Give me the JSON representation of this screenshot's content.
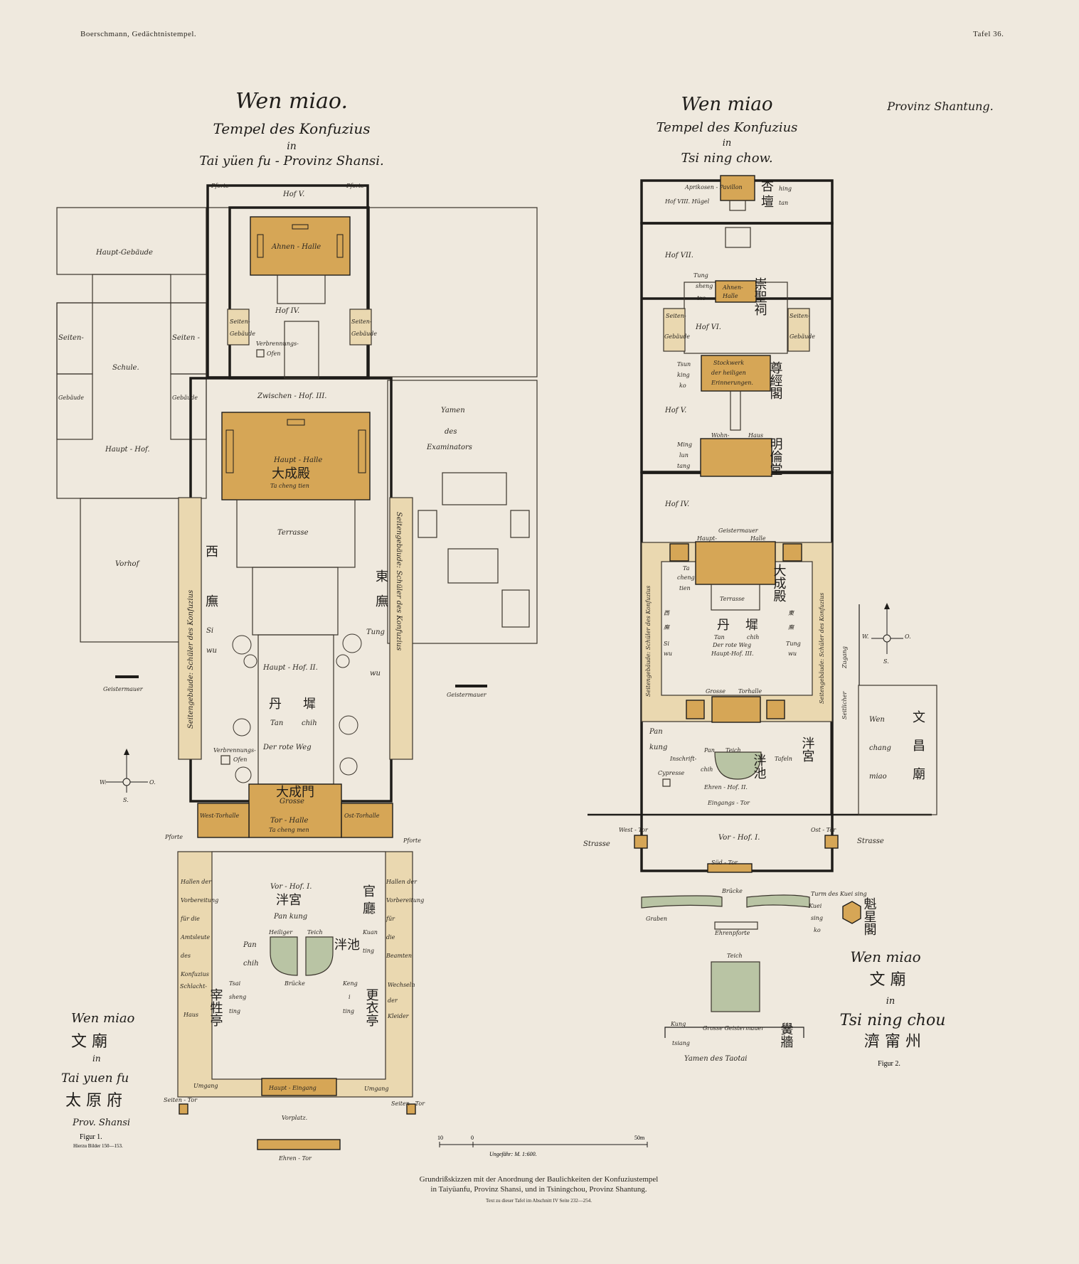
{
  "header": {
    "left": "Boerschmann, Gedächtnistempel.",
    "right": "Tafel 36."
  },
  "fig1": {
    "title": "Wen miao.",
    "subtitle": "Tempel des Konfuzius",
    "in": "in",
    "place": "Tai yüen fu - Provinz Shansi.",
    "labels": {
      "pforte_l": "Pforte",
      "pforte_r": "Pforte",
      "hof5": "Hof V.",
      "ahnen": "Ahnen - Halle",
      "hof4": "Hof IV.",
      "seiten_l": "Seiten-",
      "geb_l": "Gebäude",
      "seiten_r": "Seiten-",
      "geb_r": "Gebäude",
      "verbrennungs1": "Verbrennungs-",
      "ofen1": "Ofen",
      "haupt_geb": "Haupt-Gebäude",
      "seiten_a": "Seiten-",
      "seiten_b": "Seiten -",
      "schule": "Schule.",
      "geb_a": "Gebäude",
      "geb_b": "Gebäude",
      "haupt_hof": "Haupt - Hof.",
      "vorhof": "Vorhof",
      "geistermauer_l": "Geistermauer",
      "zwischen": "Zwischen - Hof. III.",
      "haupthalle": "Haupt - Halle",
      "haupthalle_cn": "大成殿",
      "haupthalle_rom": "Ta cheng tien",
      "terrasse": "Terrasse",
      "west_cn1": "西",
      "west_cn2": "廡",
      "west_rom1": "Si",
      "west_rom2": "wu",
      "east_cn1": "東",
      "east_cn2": "廡",
      "east_rom1": "Tung",
      "east_rom2": "wu",
      "seitengeb_l": "Seitengebäude: Schüler des Konfuzius",
      "seitengeb_r": "Seitengebäude: Schüler des Konfuzius",
      "haupthof2": "Haupt - Hof. II.",
      "danchi_cn1": "丹",
      "danchi_cn2": "墀",
      "dan": "Tan",
      "chi": "chih",
      "rote_weg": "Der rote Weg",
      "verbrennungs2": "Verbrennungs-",
      "ofen2": "Ofen",
      "yamen": "Yamen",
      "des": "des",
      "examinators": "Examinators",
      "geistermauer_r": "Geistermauer",
      "dachengmen_cn": "大成門",
      "grosse": "Grosse",
      "torhalle": "Tor - Halle",
      "tachengmen": "Ta cheng men",
      "west_tor": "West-Torhalle",
      "ost_tor": "Ost-Torhalle",
      "pforte2_l": "Pforte",
      "pforte2_r": "Pforte",
      "vorhof1": "Vor - Hof. I.",
      "pangong_cn": "泮宮",
      "pankung": "Pan kung",
      "heiliger": "Heiliger",
      "teich": "Teich",
      "pan": "Pan",
      "chih": "chih",
      "panchi_cn": "泮池",
      "bruecke": "Brücke",
      "l_hallen": [
        "Hallen der",
        "Vorbereitung",
        "für die",
        "Amtsleute",
        "des",
        "Konfuzius"
      ],
      "r_hallen": [
        "Hallen der",
        "Vorbereitung",
        "für",
        "die",
        "Beamten"
      ],
      "guanting_cn1": "官",
      "guanting_cn2": "廳",
      "kuan": "Kuan",
      "ting1": "ting",
      "schlacht": "Schlacht-",
      "haus": "Haus",
      "zaisheng_cn": "宰牲亭",
      "tsai": "Tsai",
      "sheng": "sheng",
      "ting2": "ting",
      "r_wechsel": [
        "Wechseln",
        "der",
        "Kleider"
      ],
      "gengyi_cn": "更衣亭",
      "keng": "Keng",
      "i": "i",
      "ting3": "ting",
      "umgang_l": "Umgang",
      "umgang_r": "Umgang",
      "hauptein": "Haupt - Eingang",
      "seitentor_l": "Seiten - Tor",
      "seitentor_r": "Seiten - Tor",
      "vorplatz": "Vorplatz.",
      "ehrentor": "Ehren - Tor"
    },
    "caption": {
      "wen": "Wen miao",
      "cn1": "文 廟",
      "in": "in",
      "tai": "Tai yuen fu",
      "cn2": "太 原 府",
      "prov": "Prov. Shansi",
      "fig": "Figur 1.",
      "bilder": "Hierzu Bilder 150—153."
    }
  },
  "fig2": {
    "title": "Wen miao",
    "subtitle": "Tempel des Konfuzius",
    "in": "in",
    "place": "Tsi ning chow.",
    "province": "Provinz Shantung.",
    "labels": {
      "aprikosen": "Aprikosen - Pavillon",
      "hof8": "Hof VIII. Hügel",
      "xingtan_cn1": "杏",
      "xingtan_cn2": "壇",
      "hing": "hing",
      "tan": "tan",
      "hof7": "Hof VII.",
      "tung": "Tung",
      "sheng": "sheng",
      "tze": "tze",
      "ahnen": "Ahnen-",
      "halle": "Halle",
      "chongsheng_cn": "崇聖祠",
      "seiten_l": "Seiten-",
      "geb_l": "Gebäude",
      "seiten_r": "Seiten-",
      "geb_r": "Gebäude",
      "hof6": "Hof VI.",
      "tsun": "Tsun",
      "king": "king",
      "ko": "ko",
      "stockwerk": "Stockwerk",
      "der_heiligen": "der heiligen",
      "erinnerungen": "Erinnerungen.",
      "zunjing_cn": "尊經閣",
      "hof5": "Hof V.",
      "wohn": "Wohn-",
      "haus": "Haus",
      "ming": "Ming",
      "lun": "lun",
      "tang": "tang",
      "minglun_cn": "明倫堂",
      "hof4": "Hof IV.",
      "geistermauer": "Geistermauer",
      "haupt": "Haupt-",
      "halle2": "Halle",
      "ta": "Ta",
      "king2": "cheng",
      "tien": "tien",
      "dacheng_cn": "大成殿",
      "terrasse": "Terrasse",
      "xiwu_cn1": "西",
      "xiwu_cn2": "廡",
      "si": "Si",
      "wu": "wu",
      "dongwu_cn1": "東",
      "dongwu_cn2": "廡",
      "tung2": "Tung",
      "wu2": "wu",
      "danchi_cn1": "丹",
      "danchi_cn2": "墀",
      "tan2": "Tan",
      "chih": "chih",
      "rote_weg": "Der rote Weg",
      "haupthof3": "Haupt-Hof. III.",
      "seitengeb_l": "Seitengebäude: Schüler des Konfuzius",
      "seitengeb_r": "Seitengebäude: Schüler des Konfuzius",
      "grosse": "Grosse",
      "torhalle": "Torhalle",
      "pan": "Pan",
      "kung": "kung",
      "pangong_cn": "泮宮",
      "panchi_cn": "泮池",
      "inschrift": "Inschrift-",
      "tafeln": "Tafeln",
      "pan2": "Pan",
      "teich": "Teich",
      "chih2": "chih",
      "cypresse": "Cypresse",
      "ehrenhof": "Ehren - Hof. II.",
      "eingangstor": "Eingangs - Tor",
      "west_tor": "West - Tor",
      "ost_tor": "Ost - Tor",
      "strasse_l": "Strasse",
      "strasse_r": "Strasse",
      "vorhof1": "Vor - Hof. I.",
      "suedtor": "Süd - Tor",
      "seitlicher": "Seitlicher",
      "zugang": "Zugang",
      "wenchang": [
        "Wen",
        "chang",
        "miao"
      ],
      "wenchang_cn": [
        "文",
        "昌",
        "廟"
      ],
      "bruecke": "Brücke",
      "graben": "Graben",
      "ehrenpforte": "Ehrenpforte",
      "teich2": "Teich",
      "turm": "Turm des Kuei sing",
      "kuei": "Kuei",
      "sing": "sing",
      "ko2": "ko",
      "kuixing_cn": "魁星閣",
      "kung2": "Kung",
      "grosse_geist": "Grosse Geistermauer",
      "tsiang": "tsiang",
      "gongqiang_cn": "黌牆",
      "yamen": "Yamen des Taotai"
    },
    "caption": {
      "wen": "Wen miao",
      "cn1": "文 廟",
      "in": "in",
      "tsi": "Tsi ning chou",
      "cn2": "濟 甯 州",
      "fig": "Figur 2."
    }
  },
  "scale": {
    "ten": "10",
    "zero": "0",
    "fifty": "50m",
    "label": "Ungefähr: M. 1:600."
  },
  "bottom": {
    "line1": "Grundrißskizzen mit der Anordnung der Baulichkeiten der Konfuziustempel",
    "line2": "in Taiyüanfu, Provinz Shansi, und in Tsiningchou, Provinz Shantung.",
    "line3": "Text zu dieser Tafel im Abschnitt IV Seite 232—254."
  },
  "compass": {
    "w": "W.",
    "o": "O.",
    "s": "S."
  },
  "colors": {
    "paper": "#efe9de",
    "line": "#1e1c19",
    "hall": "#d6a656",
    "hall_dark": "#b88935",
    "wall": "#ead8b0",
    "pond": "#b9c4a4"
  }
}
